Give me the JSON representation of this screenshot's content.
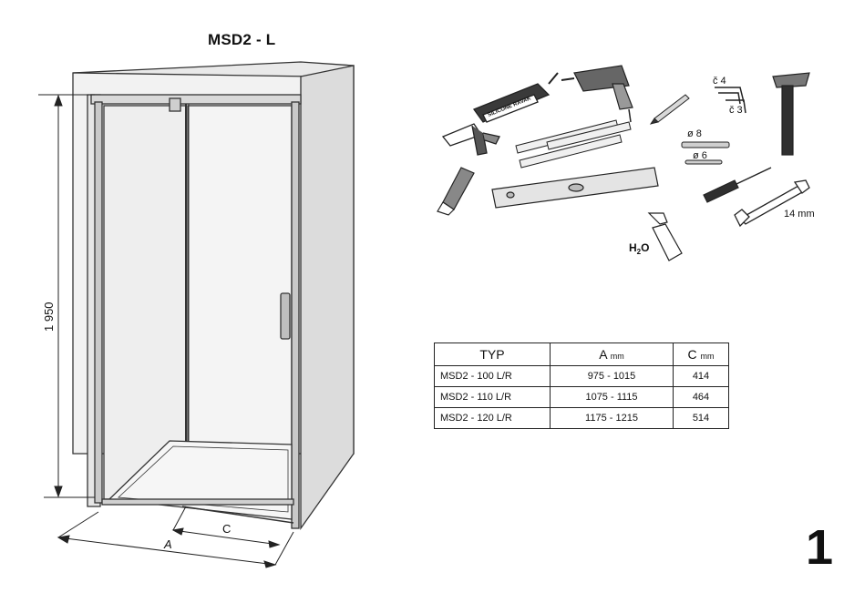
{
  "title": "MSD2 - L",
  "dimensions": {
    "height_label": "1 950",
    "width_label": "A",
    "door_label": "C"
  },
  "tools": {
    "silicone_label": "SILICONE RAVAK",
    "hex_key_large": "č 4",
    "hex_key_small": "č 3",
    "drill_bit_large": "ø 8",
    "drill_bit_small": "ø 6",
    "wrench_size": "14 mm",
    "water_label": "H",
    "water_subscript": "2",
    "water_label_end": "O"
  },
  "table": {
    "headers": [
      {
        "name": "TYP",
        "unit": ""
      },
      {
        "name": "A",
        "unit": "mm"
      },
      {
        "name": "C",
        "unit": "mm"
      }
    ],
    "rows": [
      [
        "MSD2 -  100 L/R",
        "975 - 1015",
        "414"
      ],
      [
        "MSD2 -  110 L/R",
        "1075 - 1115",
        "464"
      ],
      [
        "MSD2 - 120 L/R",
        "1175 - 1215",
        "514"
      ]
    ]
  },
  "page_number": "1"
}
